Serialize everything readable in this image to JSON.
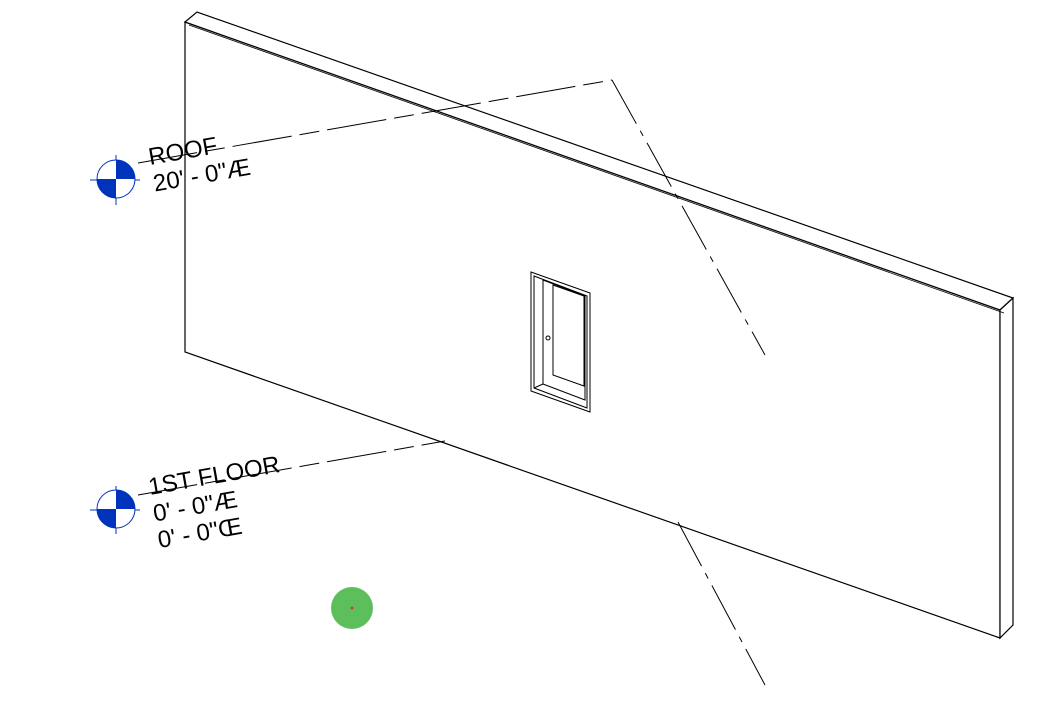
{
  "view": {
    "type": "3D view"
  },
  "levels": [
    {
      "name": "ROOF",
      "elevation": "20' - 0\"Æ"
    },
    {
      "name": "1ST FLOOR",
      "elevation": "0' - 0\"Æ",
      "elevation_secondary": "0' - 0\"Œ"
    }
  ],
  "colors": {
    "level_head": "#0033bb",
    "navigation_ball": "#5cbf5c"
  }
}
